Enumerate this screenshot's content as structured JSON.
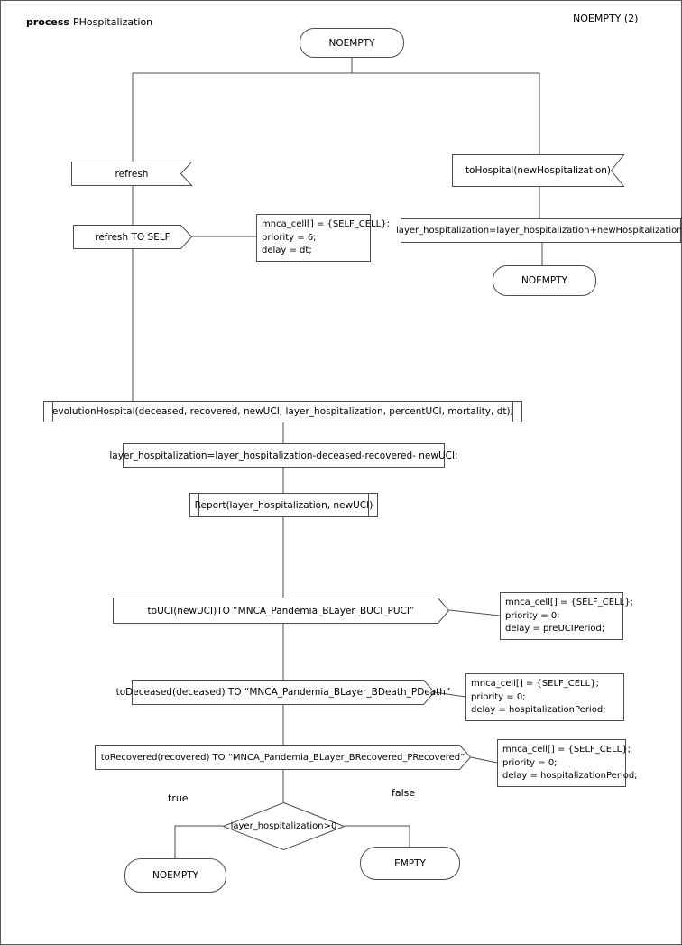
{
  "header": {
    "process_label": "process",
    "process_name": "PHospitalization",
    "page_label": "NOEMPTY (2)"
  },
  "colors": {
    "line": "#4d4d4d",
    "fill": "#ffffff",
    "text": "#000000"
  },
  "nodes": {
    "start_state": "NOEMPTY",
    "refresh_input": "refresh",
    "refresh_output": "refresh TO SELF",
    "refresh_comment": [
      "mnca_cell[] = {SELF_CELL};",
      "priority = 6;",
      "delay = dt;"
    ],
    "tohospital_input": "toHospital(newHospitalization)",
    "hospital_assign": "layer_hospitalization=layer_hospitalization+newHospitalization;",
    "hospital_state": "NOEMPTY",
    "evolution_proc": "evolutionHospital(deceased, recovered, newUCI, layer_hospitalization, percentUCI, mortality, dt);",
    "layer_assign": "layer_hospitalization=layer_hospitalization-deceased-recovered- newUCI;",
    "report_proc": "Report(layer_hospitalization, newUCI)",
    "touci_output": "toUCI(newUCI)TO “MNCA_Pandemia_BLayer_BUCI_PUCI”",
    "touci_comment": [
      "mnca_cell[] = {SELF_CELL};",
      "priority = 0;",
      "delay = preUCIPeriod;"
    ],
    "todeceased_output": "toDeceased(deceased) TO “MNCA_Pandemia_BLayer_BDeath_PDeath”",
    "todeceased_comment": [
      "mnca_cell[] = {SELF_CELL};",
      "priority = 0;",
      "delay = hospitalizationPeriod;"
    ],
    "torecovered_output": "toRecovered(recovered) TO “MNCA_Pandemia_BLayer_BRecovered_PRecovered”",
    "torecovered_comment": [
      "mnca_cell[] = {SELF_CELL};",
      "priority = 0;",
      "delay = hospitalizationPeriod;"
    ],
    "decision": "layer_hospitalization>0",
    "true_label": "true",
    "false_label": "false",
    "true_state": "NOEMPTY",
    "false_state": "EMPTY"
  }
}
